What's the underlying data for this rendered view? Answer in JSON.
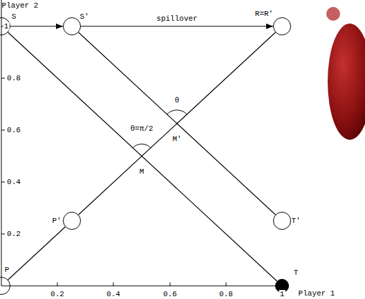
{
  "diagram": {
    "nodes": [
      {
        "text": [
          "S"
        ]
      },
      {
        "text": [
          "S'"
        ]
      },
      {
        "text": [
          "R=R'"
        ]
      },
      {
        "text": [
          "P"
        ]
      },
      {
        "text": [
          "P'"
        ]
      },
      {
        "text": [
          "T"
        ]
      },
      {
        "text": [
          "T'"
        ]
      }
    ],
    "edges": [
      {
        "from": 0,
        "to": 1,
        "arrow": "to"
      },
      {
        "from": 1,
        "to": 2,
        "arrow": "to",
        "label": "spillover"
      },
      {
        "from": 0,
        "to": 5,
        "arrow": "none"
      },
      {
        "from": 1,
        "to": 6,
        "arrow": "none"
      },
      {
        "from": 3,
        "to": 4,
        "arrow": "none"
      },
      {
        "from": 4,
        "to": 2,
        "arrow": "none"
      }
    ],
    "labels": [
      "Player 2",
      "Player 1",
      "0.2",
      "0.4",
      "0.6",
      "0.8",
      "1",
      "0.2",
      "0.4",
      "0.6",
      "0.8",
      "1",
      "M",
      "M'",
      "θ=π/2",
      "θ"
    ]
  }
}
